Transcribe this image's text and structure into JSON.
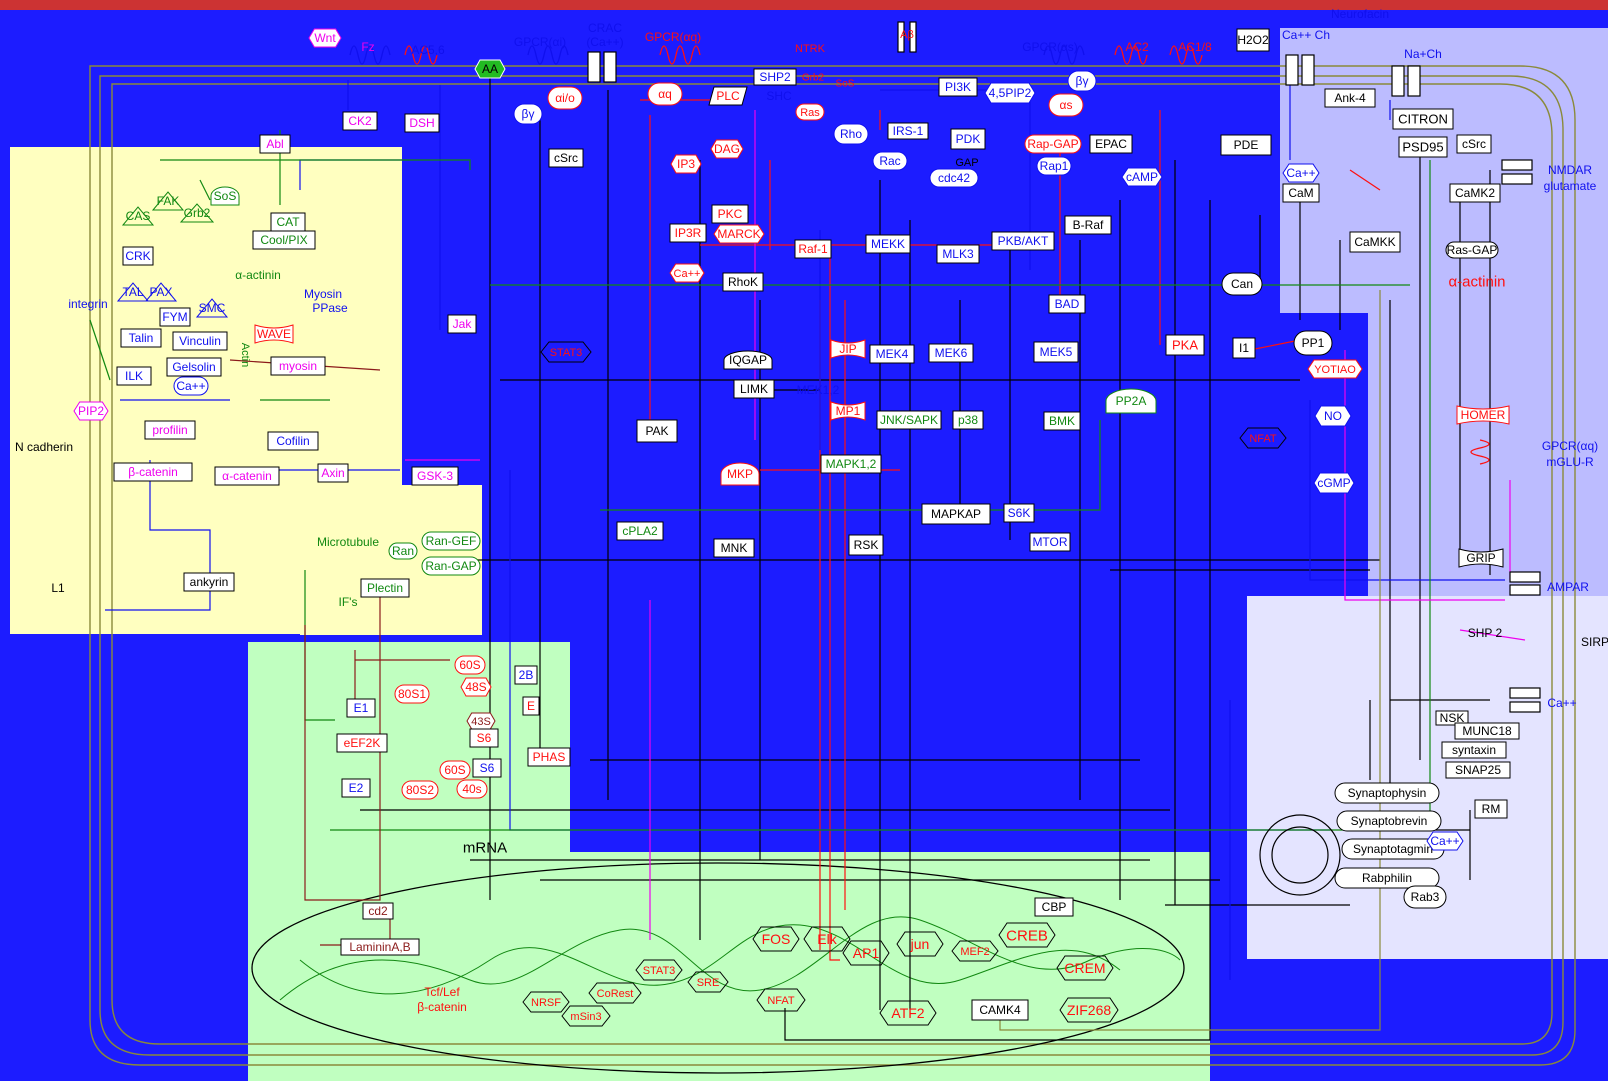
{
  "colors": {
    "background": "#1c1cff",
    "top_bar": "#cc3333",
    "yellow_region": "#ffffc0",
    "green_region": "#c0ffc0",
    "lavender_region": "#bcbcff",
    "light_lavender_region": "#e4e4ff",
    "membrane": "#8a8a3a",
    "blue_text": "#1010ee",
    "red_text": "#ff1010",
    "green_text": "#118811",
    "magenta_text": "#ee00ee",
    "dark_red": "#8b1a1a"
  },
  "membrane_labels": {
    "wnt": "Wnt",
    "fz": "Fz",
    "ac56": "AC5,6",
    "aa": "AA",
    "gpcr_ai": "GPCR(αi)",
    "crac": "CRAC",
    "crac_sub": "(Ca++)",
    "gpcr_aq": "GPCR(αq)",
    "ntrk": "NTRK",
    "ab": "Aβ",
    "gpcr_as": "GPCR(αs)",
    "ac2": "AC2",
    "ac18": "AC1/8",
    "h2o2": "H2O2",
    "cach": "Ca++ Ch",
    "neurofacin": "Neurofacin",
    "nach": "Na+Ch",
    "ank4": "Ank-4"
  },
  "nodes": {
    "ck2": "CK2",
    "dsh": "DSH",
    "abl": "Abl",
    "by1": "βγ",
    "aio": "αi/o",
    "csrc": "cSrc",
    "aq": "αq",
    "plc": "PLC",
    "shp2": "SHP2",
    "shc": "SHC",
    "grb2": "Grb2",
    "sos": "SoS",
    "ras": "Ras",
    "rho": "Rho",
    "pi3k": "PI3K",
    "pip3": "4,5PIP2",
    "irs1": "IRS-1",
    "pdk": "PDK",
    "rac": "Rac",
    "ip3": "IP3",
    "dag": "DAG",
    "by2": "βγ",
    "as": "αs",
    "rapgap": "Rap-GAP",
    "epac": "EPAC",
    "rap1": "Rap1",
    "camp": "cAMP",
    "gap": "GAP",
    "cdc42": "cdc42",
    "pde": "PDE",
    "citron": "CITRON",
    "psd95": "PSD95",
    "csrc2": "cSrc",
    "nmdar": "NMDAR",
    "glutamate": "glutamate",
    "caca": "Ca++",
    "cam": "CaM",
    "camk2": "CaMK2",
    "camkk": "CaMKK",
    "rasgap": "Ras-GAP",
    "actinin_r": "α-actinin",
    "fak": "FAK",
    "cas": "CAS",
    "crk": "CRK",
    "sos_l": "SoS",
    "grb2_l": "Grb2",
    "cat": "CAT",
    "coolpix": "Cool/PIX",
    "pkc": "PKC",
    "braf": "B-Raf",
    "pkbakt": "PKB/AKT",
    "ip3r": "IP3R",
    "marck": "MARCK",
    "rafl": "Raf-1",
    "mekk": "MEKK",
    "mlk3": "MLK3",
    "ca_mid": "Ca++",
    "rhok": "RhoK",
    "can": "Can",
    "bad": "BAD",
    "actinin_l": "α-actinin",
    "tal": "TAL",
    "pax": "PAX",
    "integrin": "integrin",
    "myosin_ppase": "Myosin PPase",
    "fym": "FYM",
    "smc": "SMC",
    "talin": "Talin",
    "vinculin": "Vinculin",
    "wave": "WAVE",
    "actin": "Actin",
    "jak": "Jak",
    "stat3": "STAT3",
    "ilk": "ILK",
    "gelsolin": "Gelsolin",
    "myosin": "myosin",
    "ca_l": "Ca++",
    "jip": "JIP",
    "mek4": "MEK4",
    "mek6": "MEK6",
    "mek5": "MEK5",
    "pka": "PKA",
    "i1": "I1",
    "pp1": "PP1",
    "yotiao": "YOTIAO",
    "iqgap": "IQGAP",
    "limk": "LIMK",
    "mek12": "MEK1,2",
    "pp2a": "PP2A",
    "pip2": "PIP2",
    "profilin": "profilin",
    "mp1": "MP1",
    "jnk": "JNK/SAPK",
    "p38": "p38",
    "bmk": "BMK",
    "no": "NO",
    "homer": "HOMER",
    "gpcr_mglu": "GPCR(αq)",
    "mglur": "mGLU-R",
    "ncadherin": "N cadherin",
    "cofilin": "Cofilin",
    "pak": "PAK",
    "nfat_mid": "NFAT",
    "bcatenin": "β-catenin",
    "acatenin": "α-catenin",
    "axin": "Axin",
    "gsk3": "GSK-3",
    "mkp": "MKP",
    "mapk12": "MAPK1,2",
    "cgmp": "cGMP",
    "mapkap": "MAPKAP",
    "s6k": "S6K",
    "cpla2": "cPLA2",
    "mnk": "MNK",
    "rsk": "RSK",
    "mtor": "MTOR",
    "grip": "GRIP",
    "ampar": "AMPAR",
    "microtubule": "Microtubule",
    "ran": "Ran",
    "rangef": "Ran-GEF",
    "rangap": "Ran-GAP",
    "l1": "L1",
    "ankyrin": "ankyrin",
    "ifs": "IF's",
    "plectin": "Plectin",
    "shp2b": "SHP 2",
    "sirp": "SIRP",
    "s60a": "60S",
    "s48": "48S",
    "s2b": "2B",
    "e1": "E1",
    "s80a": "80S1",
    "s43": "43S",
    "e": "E",
    "s6a": "S6",
    "eef2k": "eEF2K",
    "s60b": "60S",
    "s6b": "S6",
    "phas": "PHAS",
    "e2": "E2",
    "s80b": "80S2",
    "s40": "40s",
    "cach_r": "Ca++",
    "nsk": "NSK",
    "munc18": "MUNC18",
    "syntaxin": "syntaxin",
    "snap25": "SNAP25",
    "synaptophysin": "Synaptophysin",
    "synaptobrevin": "Synaptobrevin",
    "rm": "RM",
    "synaptotagmin": "Synaptotagmin",
    "ca_syn": "Ca++",
    "rabphilin": "Rabphilin",
    "rab3": "Rab3",
    "mrna": "mRNA",
    "cd2": "cd2",
    "cbp": "CBP",
    "laminin": "LamininA,B",
    "fos": "FOS",
    "elk": "Elk",
    "ap1": "AP1",
    "jun": "jun",
    "creb": "CREB",
    "mef2": "MEF2",
    "stat3n": "STAT3",
    "sre": "SRE",
    "crem": "CREM",
    "tcflef": "Tcf/Lef",
    "tcflef2": "β-catenin",
    "nrsf": "NRSF",
    "corest": "CoRest",
    "msin3": "mSin3",
    "nfat_n": "NFAT",
    "atf2": "ATF2",
    "camk4": "CAMK4",
    "zif268": "ZIF268"
  }
}
